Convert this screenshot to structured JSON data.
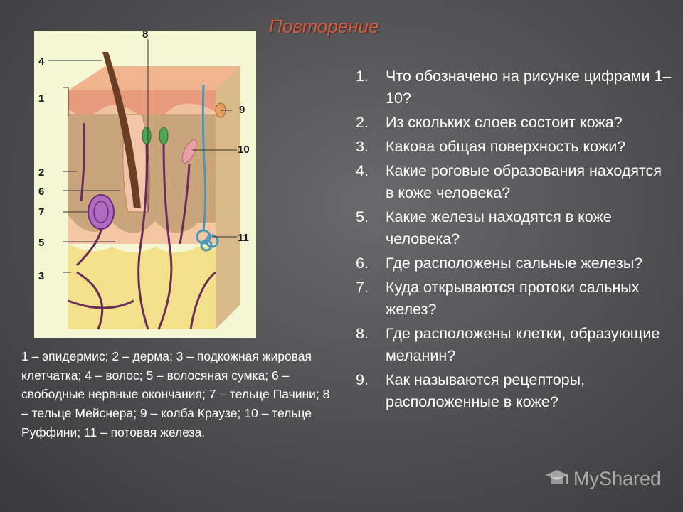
{
  "slide": {
    "title": "Повторение"
  },
  "figure": {
    "labels": [
      "1",
      "2",
      "3",
      "4",
      "5",
      "6",
      "7",
      "8",
      "9",
      "10",
      "11"
    ]
  },
  "legend": {
    "text": "1 – эпидермис; 2 – дерма; 3 – подкожная жировая клетчатка; 4 – волос; 5 – волосяная сумка; 6 – свободные нервные окончания; 7 – тельце Пачини; 8 – тельце Мейснера; 9 – колба Краузе; 10 – тельце Руффини; 11 – потовая железа."
  },
  "questions": [
    {
      "num": "1.",
      "text": "Что обозначено на рисунке цифрами 1–10?"
    },
    {
      "num": "2.",
      "text": "Из скольких слоев состоит кожа?"
    },
    {
      "num": "3.",
      "text": "Какова общая поверхность кожи?"
    },
    {
      "num": "4.",
      "text": "Какие роговые образования находятся в коже человека?"
    },
    {
      "num": "5.",
      "text": "Какие железы находятся в коже человека?"
    },
    {
      "num": "6.",
      "text": "Где расположены сальные железы?"
    },
    {
      "num": "7.",
      "text": "Куда открываются протоки сальных желез?"
    },
    {
      "num": "8.",
      "text": "Где расположены клетки, образующие меланин?"
    },
    {
      "num": "9.",
      "text": "Как называются рецепторы, расположенные в коже?"
    }
  ],
  "watermark": {
    "text": "MyShared",
    "icon": "mortarboard-icon"
  },
  "colors": {
    "title": "#d8583b",
    "epidermis": "#e9a07a",
    "dermis": "#c9a97a",
    "fat": "#f2e08a",
    "nerve": "#6b2c5a",
    "gland": "#4a98b8"
  }
}
